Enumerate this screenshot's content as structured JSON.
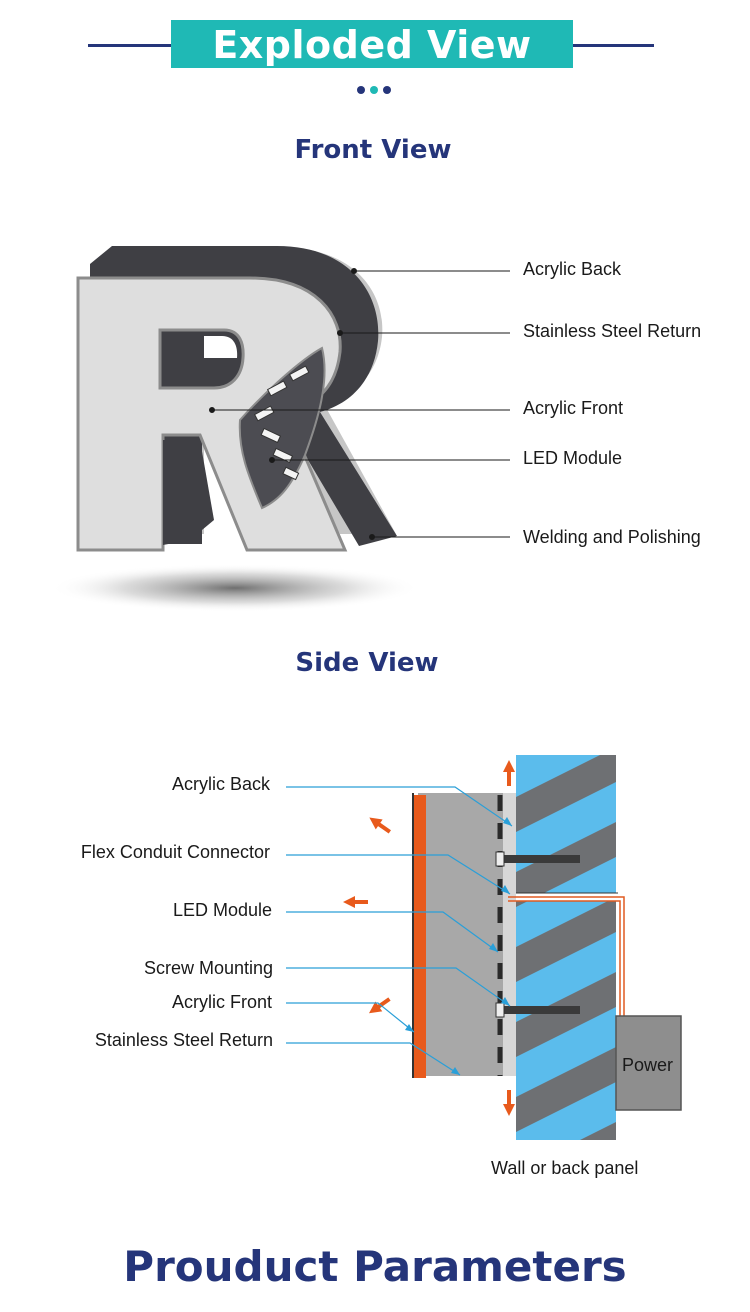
{
  "header": {
    "banner_title": "Exploded View"
  },
  "front_view": {
    "title": "Front View",
    "labels": [
      "Acrylic Back",
      "Stainless Steel Return",
      "Acrylic Front",
      "LED Module",
      "Welding and Polishing"
    ]
  },
  "side_view": {
    "title": "Side View",
    "labels": [
      "Acrylic Back",
      "Flex Conduit Connector",
      "LED Module",
      "Screw Mounting",
      "Acrylic Front",
      "Stainless Steel Return"
    ],
    "power_label": "Power",
    "wall_caption": "Wall or back panel"
  },
  "footer": {
    "title": "Prouduct Parameters"
  },
  "colors": {
    "navy": "#25357a",
    "teal": "#1fb9b5",
    "orange_accent": "#e85a1c",
    "cable": "#e05a20",
    "leader_blue": "#2a9fd8",
    "wall_blue": "#5bbcec",
    "wall_stripe": "#6e7073"
  }
}
